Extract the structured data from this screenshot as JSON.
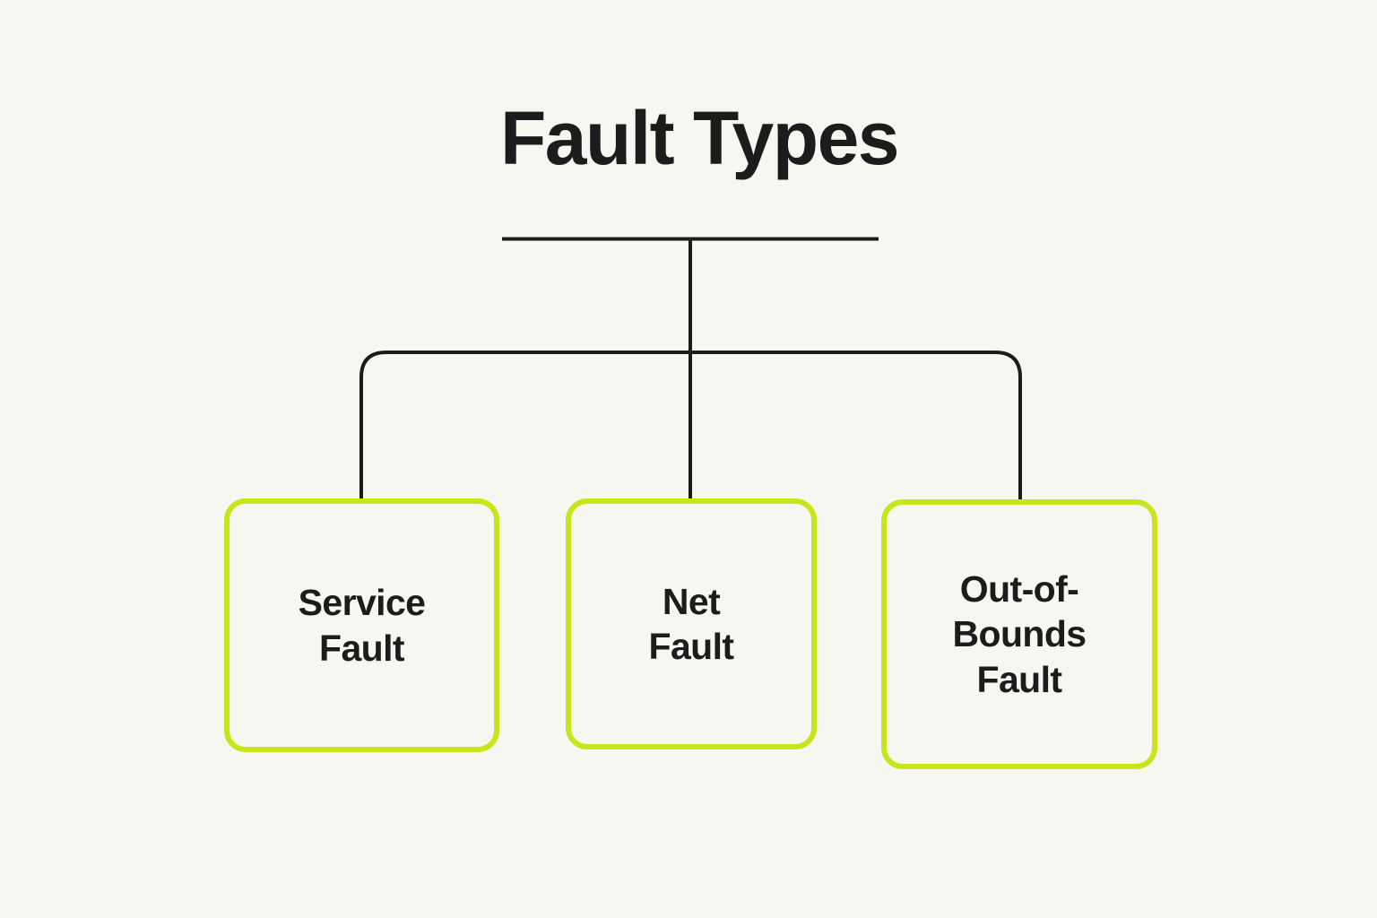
{
  "page": {
    "background_color": "#f7f7f2",
    "text_color": "#1c1c1c",
    "accent_color": "#cae41a",
    "line_color": "#1c1c1c"
  },
  "diagram": {
    "type": "hierarchy-tree",
    "title": "Fault Types",
    "nodes": [
      {
        "id": "service-fault",
        "label": "Service\nFault"
      },
      {
        "id": "net-fault",
        "label": "Net\nFault"
      },
      {
        "id": "out-of-bounds-fault",
        "label": "Out-of-\nBounds\nFault"
      }
    ]
  }
}
